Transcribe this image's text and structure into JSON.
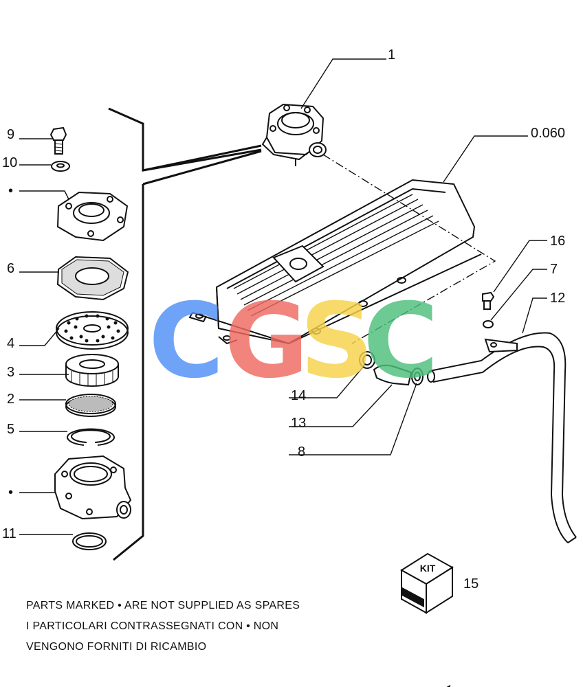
{
  "callouts": {
    "c1": "1",
    "c0060": "0.060",
    "c9": "9",
    "c10": "10",
    "cdot1": "•",
    "c6": "6",
    "c4": "4",
    "c3": "3",
    "c2": "2",
    "c5": "5",
    "cdot2": "•",
    "c11": "11",
    "c16": "16",
    "c7": "7",
    "c12": "12",
    "c14": "14",
    "c13": "13",
    "c8": "8",
    "c15": "15"
  },
  "kit_label": "KIT",
  "watermark": {
    "letters": [
      "C",
      "G",
      "S",
      "C"
    ],
    "colors": [
      "#4f8ff7",
      "#ef6a60",
      "#f7d34a",
      "#4cbf7b"
    ]
  },
  "notes": {
    "line1": "PARTS MARKED • ARE NOT SUPPLIED AS SPARES",
    "line2": "I  PARTICOLARI  CONTRASSEGNATI  CON  •  NON",
    "line3": "VENGONO FORNITI DI RICAMBIO"
  }
}
